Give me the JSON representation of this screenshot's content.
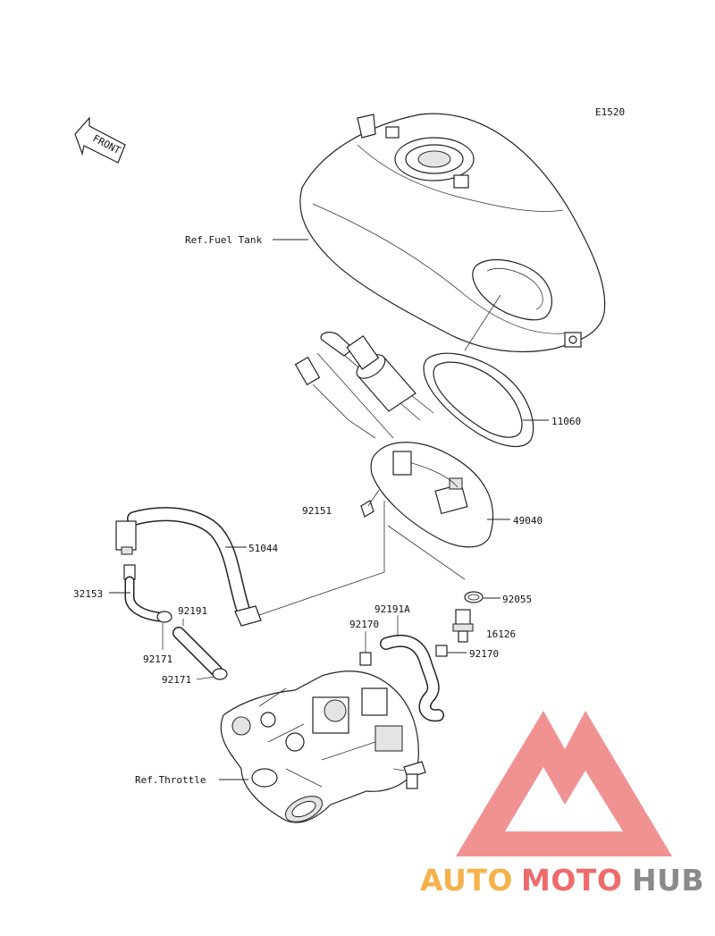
{
  "diagram": {
    "code": "E1520",
    "front_label": "FRONT",
    "labels": {
      "fuel_tank": "Ref.Fuel Tank",
      "throttle": "Ref.Throttle",
      "p11060": "11060",
      "p92151": "92151",
      "p49040": "49040",
      "p51044": "51044",
      "p32153": "32153",
      "p92191": "92191",
      "p92171a": "92171",
      "p92171b": "92171",
      "p92170a": "92170",
      "p92191a": "92191A",
      "p92055": "92055",
      "p16126": "16126",
      "p92170b": "92170"
    }
  },
  "watermark": {
    "part1": "AUTO",
    "part2": "MOTO",
    "part3": "HUB",
    "colors": {
      "auto": "#f5b24a",
      "moto": "#ef6b6b",
      "hub": "#8a8a8a",
      "logo": "#ef8080"
    }
  }
}
